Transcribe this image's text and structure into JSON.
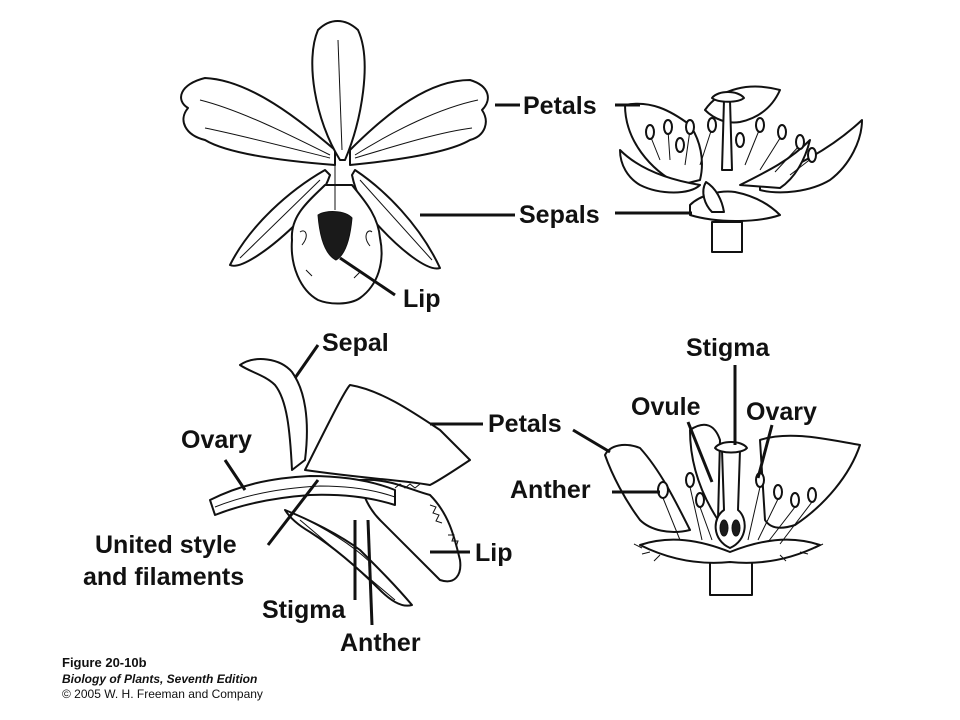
{
  "labels": {
    "petals_top": "Petals",
    "sepals_top": "Sepals",
    "lip_top": "Lip",
    "sepal_bl": "Sepal",
    "ovary_bl": "Ovary",
    "united_line1": "United style",
    "united_line2": "and filaments",
    "stigma_bl": "Stigma",
    "anther_bl": "Anther",
    "petals_bl": "Petals",
    "lip_bl": "Lip",
    "stigma_br": "Stigma",
    "ovule_br": "Ovule",
    "ovary_br": "Ovary",
    "anther_br": "Anther"
  },
  "caption": {
    "figure": "Figure 20-10b",
    "book": "Biology of Plants, Seventh Edition",
    "copyright": "© 2005 W. H. Freeman and Company"
  }
}
